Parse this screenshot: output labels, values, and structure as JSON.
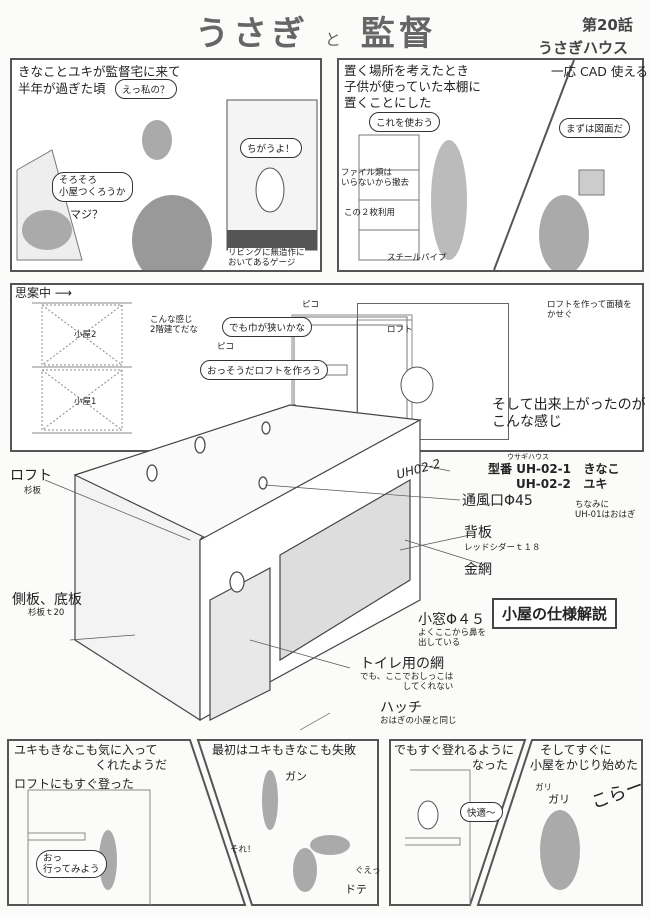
{
  "header": {
    "title_part1": "うさぎ",
    "title_to": "と",
    "title_part2": "監督",
    "episode": "第20話",
    "episode_title": "うさぎハウス"
  },
  "panel1": {
    "caption_line1": "きなことユキが監督宅に来て",
    "caption_line2": "半年が過ぎた頃",
    "bubble_rabbit": "えっ私の？",
    "bubble_man_line1": "そろそろ",
    "bubble_man_line2": "小屋つくろうか",
    "rabbit_cage_text": "マジ？",
    "bubble_cage": "ちがうよ！",
    "note_line1": "リビングに無造作に",
    "note_line2": "おいてあるゲージ"
  },
  "panel2": {
    "caption_line1": "置く場所を考えたとき",
    "caption_line2": "子供が使っていた本棚に",
    "caption_line3": "置くことにした",
    "bubble": "これを使おう",
    "note_files_line1": "ファイル類は",
    "note_files_line2": "いらないから撤去",
    "note_two": "この２枚利用",
    "note_pipe": "スチールパイプ"
  },
  "panel3": {
    "caption": "一応 CAD 使える",
    "bubble": "まずは図面だ"
  },
  "design": {
    "thinking": "思案中 ⟶",
    "room2": "小屋2",
    "room1": "小屋1",
    "thought_line1": "こんな感じ",
    "thought_line2": "2階建てだな",
    "sfx1": "ピコ",
    "bubble1": "でも巾が狭いかな",
    "sfx2": "ピコ",
    "bubble2": "おっそうだロフトを作ろう",
    "loft": "ロフト",
    "loft_note_line1": "ロフトを作って面積を",
    "loft_note_line2": "かせぐ",
    "result_line1": "そして出来上がったのが",
    "result_line2": "こんな感じ"
  },
  "hutch": {
    "plate": "UH02-2",
    "loft": "ロフト",
    "loft_sub": "杉板",
    "model_ruby": "ウサギハウス",
    "model_label": "型番",
    "model1": "UH-02-1",
    "name1": "きなこ",
    "model2": "UH-02-2",
    "name2": "ユキ",
    "vent": "通風口Φ45",
    "aside_line1": "ちなみに",
    "aside_line2": "UH-01はおはぎ",
    "back": "背板",
    "back_sub": "レッドシダーｔ１８",
    "mesh": "金網",
    "side": "側板、底板",
    "side_sub": "杉板ｔ20",
    "window": "小窓Φ４５",
    "window_sub1": "よくここから鼻を",
    "window_sub2": "出している",
    "toilet": "トイレ用の網",
    "toilet_sub1": "でも、ここでおしっこは",
    "toilet_sub2": "してくれない",
    "hatch": "ハッチ",
    "hatch_sub": "おはぎの小屋と同じ",
    "spec_title": "小屋の仕様解説"
  },
  "bottom": {
    "a_line1": "ユキもきなこも気に入って",
    "a_line2": "くれたようだ",
    "a_line3": "ロフトにもすぐ登った",
    "a_bubble_line1": "おっ",
    "a_bubble_line2": "行ってみよう",
    "b_caption": "最初はユキもきなこも失敗",
    "b_gan": "ガン",
    "b_sore": "それ！",
    "b_dote": "ドテ",
    "b_gue": "ぐえっ",
    "c_line1": "でもすぐ登れるように",
    "c_line2": "なった",
    "c_bubble": "快適～",
    "d_line1": "そしてすぐに",
    "d_line2": "小屋をかじり始めた",
    "d_gari1": "ガリ",
    "d_gari2": "ガリ",
    "d_kora": "こらー"
  }
}
